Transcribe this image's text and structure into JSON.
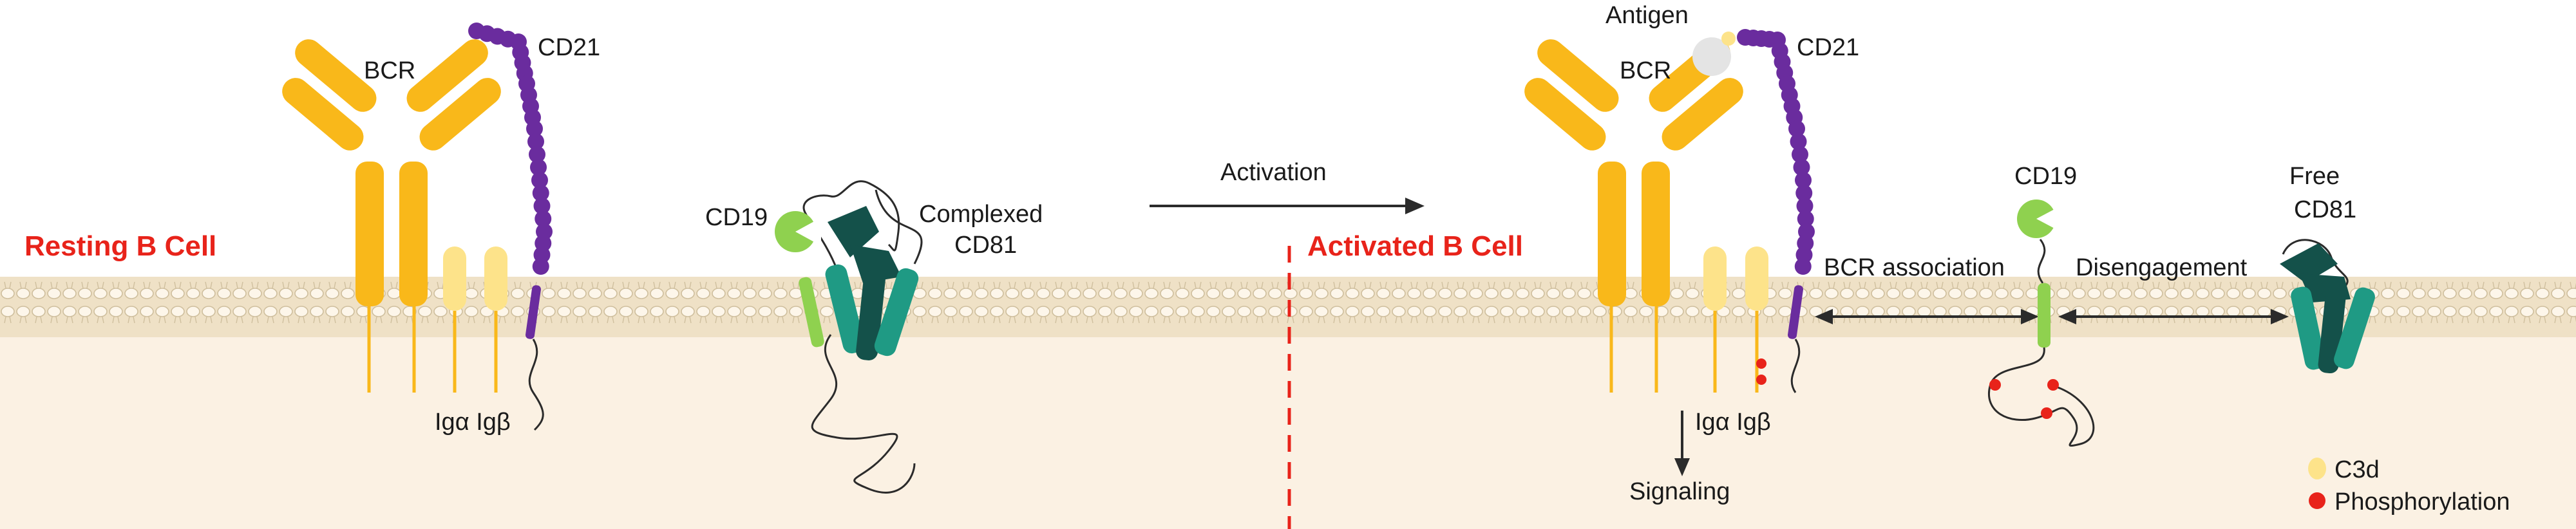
{
  "labels": {
    "resting_cell": "Resting B Cell",
    "activated_cell": "Activated B Cell",
    "bcr_left": "BCR",
    "bcr_right": "BCR",
    "cd21_left": "CD21",
    "cd21_right": "CD21",
    "antigen": "Antigen",
    "cd19_left": "CD19",
    "cd19_right": "CD19",
    "complexed_cd81_line1": "Complexed",
    "complexed_cd81_line2": "CD81",
    "free_cd81_line1": "Free",
    "free_cd81_line2": "CD81",
    "ig_left": "Igα Igβ",
    "ig_right": "Igα Igβ",
    "activation": "Activation",
    "bcr_association": "BCR association",
    "disengagement": "Disengagement",
    "signaling": "Signaling"
  },
  "legend": {
    "c3d": "C3d",
    "phosphorylation": "Phosphorylation"
  },
  "colors": {
    "bcr": "#f9b81a",
    "c3d": "#fde38a",
    "cd21": "#6a2c9e",
    "cd19": "#8fd14f",
    "cd81_dark": "#14514a",
    "cd81_mid": "#1f9a84",
    "phospho": "#e8231a",
    "membrane": "#efe1c6",
    "cytoplasm": "#fbf1e3",
    "divider": "#e8231a"
  }
}
